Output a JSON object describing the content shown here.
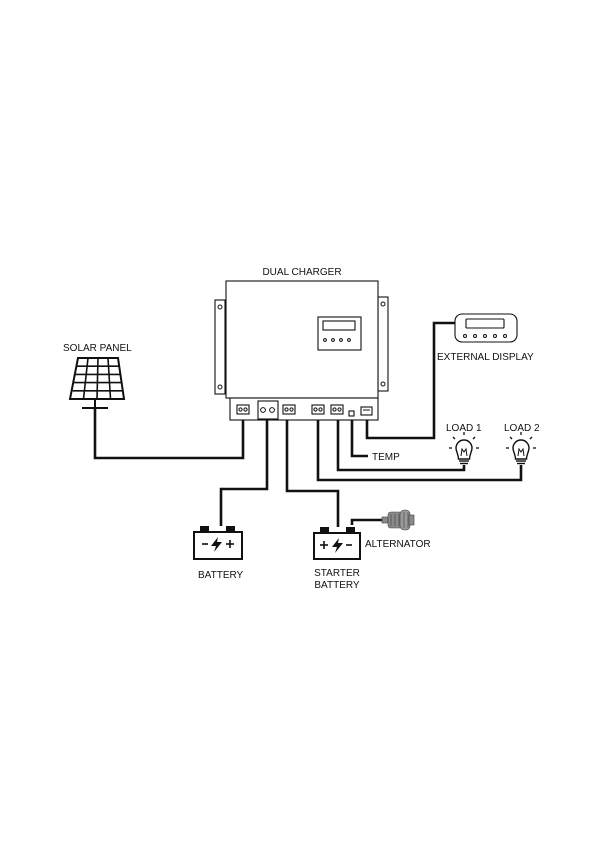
{
  "labels": {
    "charger": "DUAL CHARGER",
    "solar_panel": "SOLAR PANEL",
    "external_display": "EXTERNAL DISPLAY",
    "load1": "LOAD 1",
    "load2": "LOAD 2",
    "temp": "TEMP",
    "battery": "BATTERY",
    "starter_battery_line1": "STARTER",
    "starter_battery_line2": "BATTERY",
    "alternator": "ALTERNATOR"
  },
  "colors": {
    "stroke": "#111111",
    "background": "#ffffff",
    "alternator_fill": "#8a8a8a"
  },
  "icons": [
    "solar-panel-icon",
    "battery-icon",
    "starter-battery-icon",
    "alternator-icon",
    "bulb-icon",
    "external-display-icon"
  ]
}
